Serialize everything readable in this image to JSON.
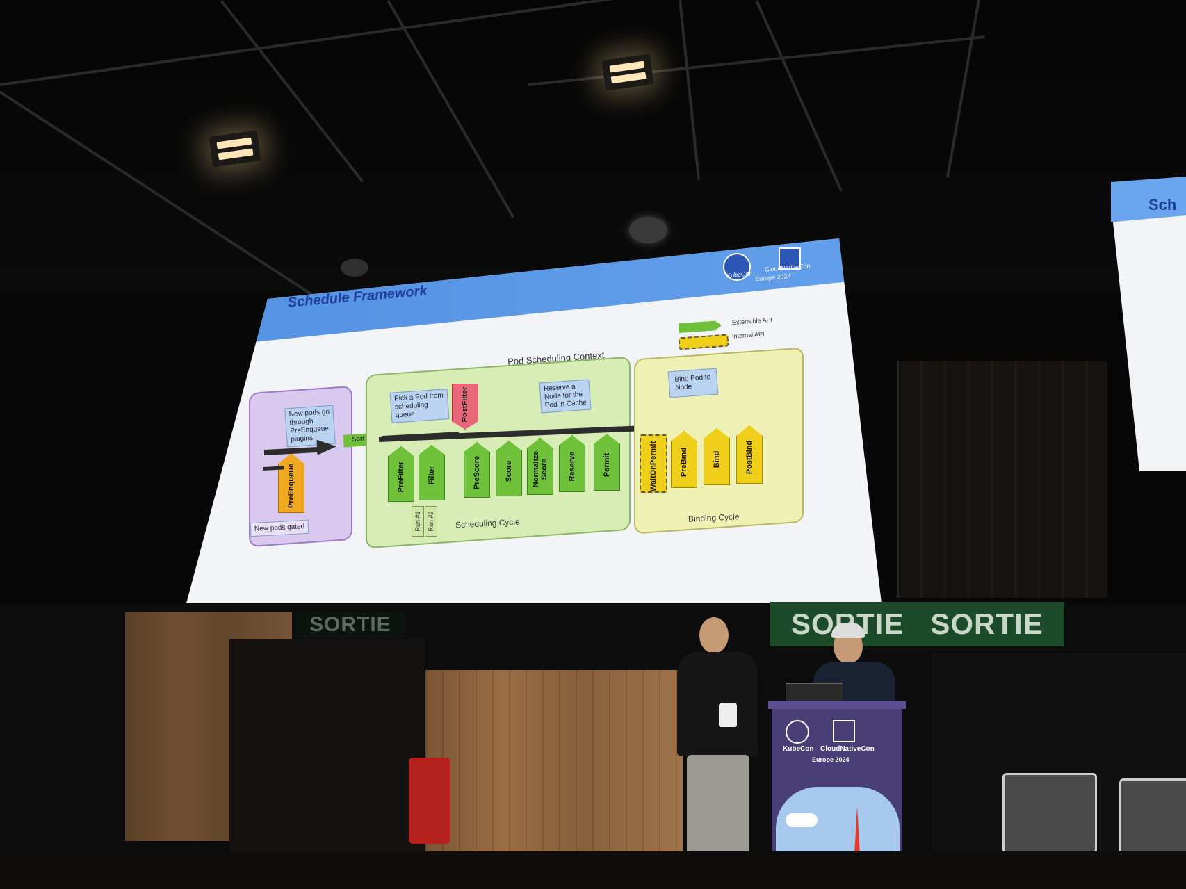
{
  "slide": {
    "title": "Schedule Framework",
    "logo_kubecon": "KubeCon",
    "logo_cnc": "CloudNativeCon",
    "logo_event": "Europe 2024",
    "legend": {
      "extensible": "Extensible API",
      "internal": "Internal API"
    },
    "context_label": "Pod Scheduling Context",
    "queue": {
      "note": [
        "New pods go",
        "through",
        "PreEnqueue",
        "plugins"
      ],
      "gated": "New pods gated",
      "plugin": "PreEnqueue",
      "sort": "Sort"
    },
    "scheduling": {
      "note_pick": [
        "Pick a Pod from",
        "scheduling",
        "queue"
      ],
      "note_reserve": [
        "Reserve a",
        "Node for the",
        "Pod in Cache"
      ],
      "postfilter": "PostFilter",
      "plugins": [
        "PreFilter",
        "Filter",
        "PreScore",
        "Score",
        "Normalize Score",
        "Reserve",
        "Permit"
      ],
      "runs": [
        "Run #1",
        "Run #2"
      ],
      "cycle_label": "Scheduling Cycle"
    },
    "binding": {
      "note": [
        "Bind Pod to",
        "Node"
      ],
      "wait": "WaitOnPermit",
      "plugins": [
        "PreBind",
        "Bind",
        "PostBind"
      ],
      "cycle_label": "Binding Cycle"
    },
    "second_screen_title": "Sch"
  },
  "venue": {
    "exit_sign": "SORTIE",
    "podium_kubecon": "KubeCon",
    "podium_cnc": "CloudNativeCon",
    "podium_event": "Europe 2024"
  },
  "colors": {
    "extensible": "#6fc13a",
    "internal": "#efcf1a",
    "banner": "#4f8ee0",
    "title": "#1f3f9a"
  }
}
